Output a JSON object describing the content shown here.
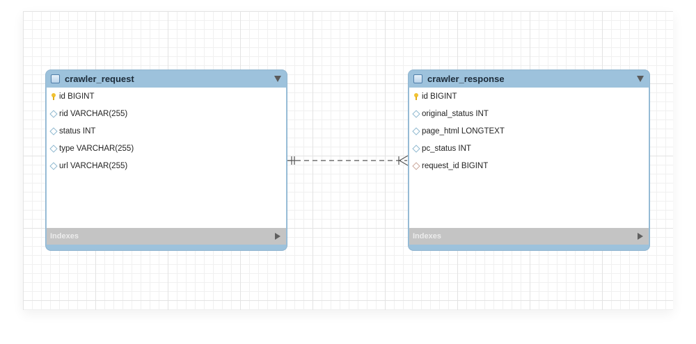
{
  "diagram": {
    "tables": [
      {
        "name": "crawler_request",
        "columns": [
          {
            "label": "id BIGINT",
            "kind": "primary-key"
          },
          {
            "label": "rid VARCHAR(255)",
            "kind": "column"
          },
          {
            "label": "status INT",
            "kind": "column"
          },
          {
            "label": "type VARCHAR(255)",
            "kind": "column"
          },
          {
            "label": "url VARCHAR(255)",
            "kind": "column"
          }
        ],
        "indexes_label": "Indexes"
      },
      {
        "name": "crawler_response",
        "columns": [
          {
            "label": "id BIGINT",
            "kind": "primary-key"
          },
          {
            "label": "original_status INT",
            "kind": "column"
          },
          {
            "label": "page_html LONGTEXT",
            "kind": "column"
          },
          {
            "label": "pc_status INT",
            "kind": "column"
          },
          {
            "label": "request_id BIGINT",
            "kind": "foreign-key"
          }
        ],
        "indexes_label": "Indexes"
      }
    ],
    "relationships": [
      {
        "from": "crawler_request",
        "to": "crawler_response",
        "from_cardinality": "one-and-only-one",
        "to_cardinality": "one-or-many",
        "style": "dashed"
      }
    ],
    "colors": {
      "header": "#9dc2dc",
      "indexes_bar": "#c4c4c4",
      "grid": "#e3e3e3"
    }
  }
}
